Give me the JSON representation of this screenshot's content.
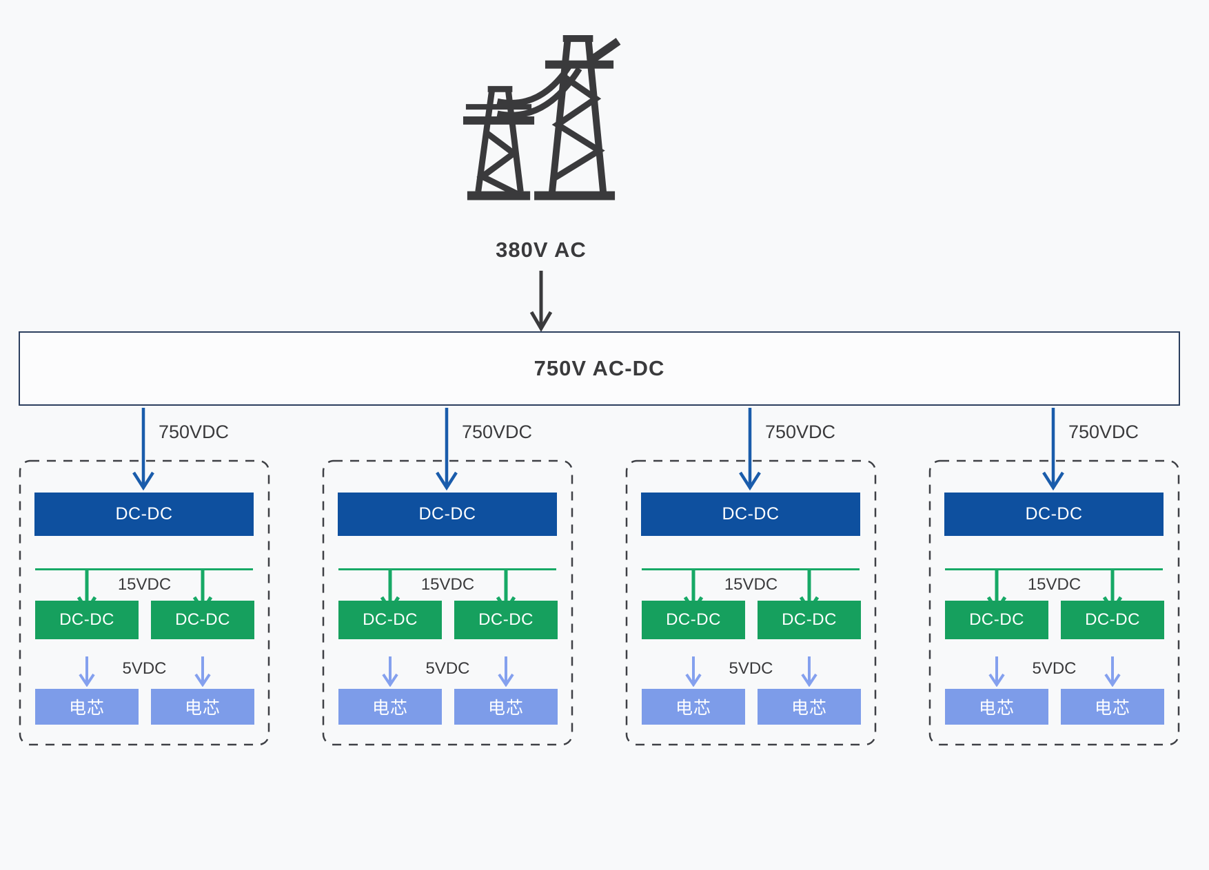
{
  "source": {
    "icon": "transmission-tower-icon",
    "label": "380V AC"
  },
  "converter": {
    "label": "750V AC-DC"
  },
  "groups": [
    {
      "input_label": "750VDC",
      "stage1_label": "DC-DC",
      "bus_label": "15VDC",
      "stage2_labels": [
        "DC-DC",
        "DC-DC"
      ],
      "output_label": "5VDC",
      "cell_labels": [
        "电芯",
        "电芯"
      ]
    },
    {
      "input_label": "750VDC",
      "stage1_label": "DC-DC",
      "bus_label": "15VDC",
      "stage2_labels": [
        "DC-DC",
        "DC-DC"
      ],
      "output_label": "5VDC",
      "cell_labels": [
        "电芯",
        "电芯"
      ]
    },
    {
      "input_label": "750VDC",
      "stage1_label": "DC-DC",
      "bus_label": "15VDC",
      "stage2_labels": [
        "DC-DC",
        "DC-DC"
      ],
      "output_label": "5VDC",
      "cell_labels": [
        "电芯",
        "电芯"
      ]
    },
    {
      "input_label": "750VDC",
      "stage1_label": "DC-DC",
      "bus_label": "15VDC",
      "stage2_labels": [
        "DC-DC",
        "DC-DC"
      ],
      "output_label": "5VDC",
      "cell_labels": [
        "电芯",
        "电芯"
      ]
    }
  ],
  "colors": {
    "page_bg": "#f8f9fa",
    "ink": "#3a3a3c",
    "converter_bg": "#fcfcfd",
    "converter_border": "#2b3e5e",
    "input_arrow_color": "#1a5cab",
    "stage1_fill": "#0e509f",
    "bus_color": "#17a966",
    "stage2_fill": "#16a05e",
    "output_arrow_color": "#84a0ee",
    "cell_fill": "#7d9ce9",
    "group_border": "#3e4045"
  }
}
